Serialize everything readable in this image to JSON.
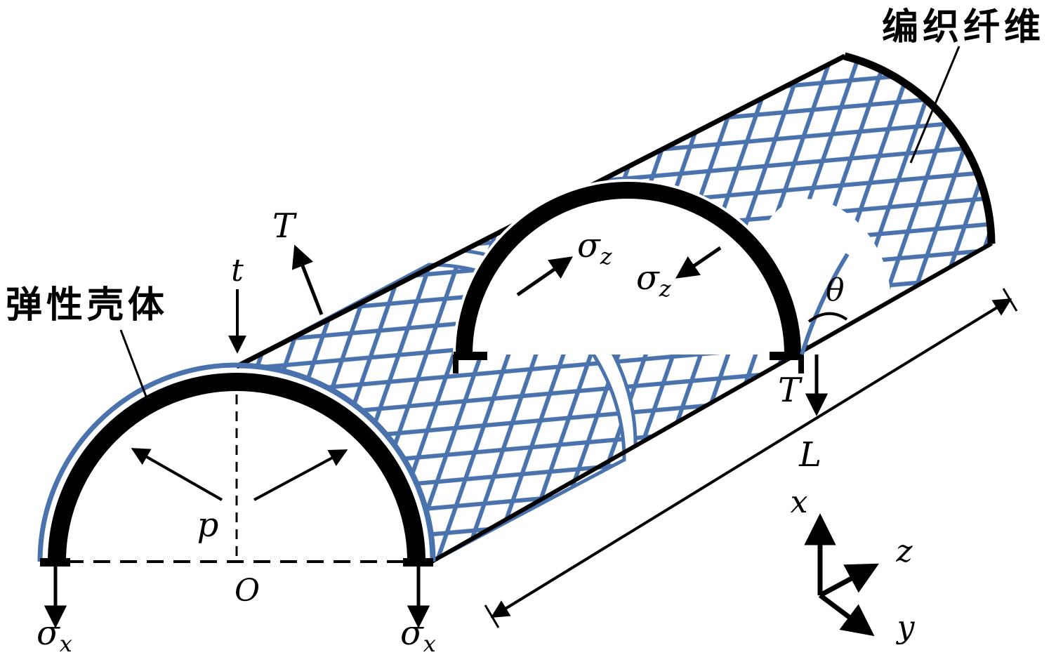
{
  "figure": {
    "type": "mechanics-diagram",
    "labels": {
      "braided_fiber": "编织纤维",
      "elastic_shell": "弹性壳体"
    },
    "symbols": {
      "tension": "T",
      "wall_thickness": "t",
      "internal_pressure": "p",
      "origin": "O",
      "braid_angle": "θ",
      "length": "L",
      "sigma": "σ",
      "sub_x": "x",
      "sub_z": "z"
    },
    "axes": {
      "x": "x",
      "y": "y",
      "z": "z"
    },
    "colors": {
      "fiber_blue": "#4a72ad",
      "outline": "#000000",
      "background": "#ffffff"
    }
  }
}
